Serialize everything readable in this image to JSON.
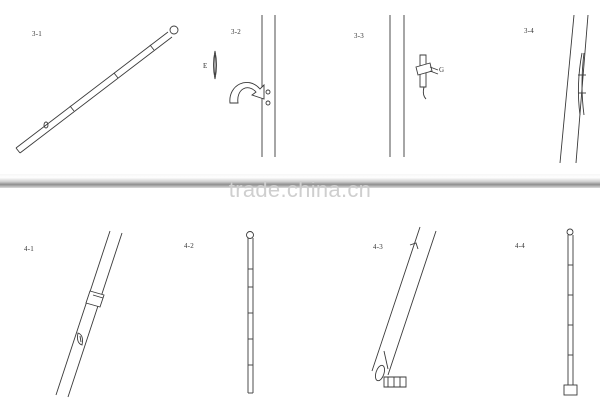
{
  "watermark": "trade.china.cn",
  "steps": [
    {
      "id": "3-1",
      "label": "3-1"
    },
    {
      "id": "3-2",
      "label": "3-2",
      "part": "E"
    },
    {
      "id": "3-3",
      "label": "3-3",
      "part": "G"
    },
    {
      "id": "3-4",
      "label": "3-4"
    },
    {
      "id": "4-1",
      "label": "4-1"
    },
    {
      "id": "4-2",
      "label": "4-2"
    },
    {
      "id": "4-3",
      "label": "4-3"
    },
    {
      "id": "4-4",
      "label": "4-4"
    }
  ],
  "colors": {
    "line": "#3a3a3a",
    "watermark": "#cfcfcf",
    "band": "#8f8f8f"
  }
}
